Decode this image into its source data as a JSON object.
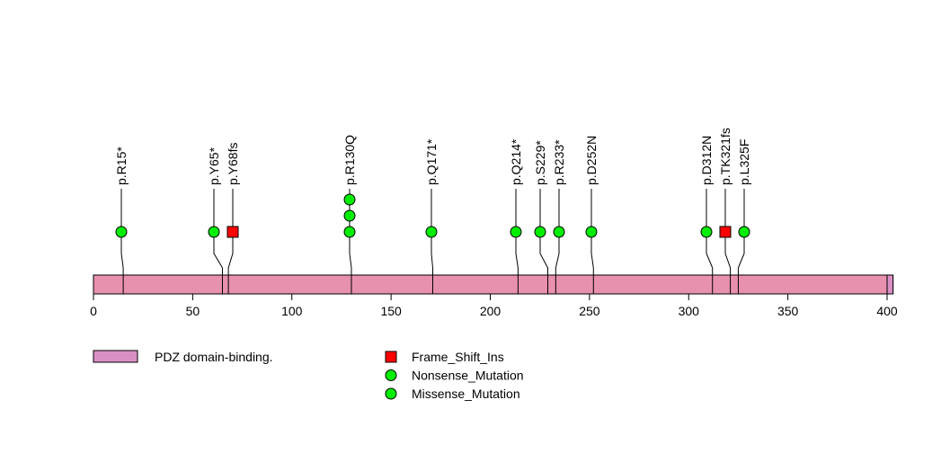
{
  "chart_data": {
    "type": "lollipop",
    "xlim": [
      0,
      403
    ],
    "x_ticks": [
      0,
      50,
      100,
      150,
      200,
      250,
      300,
      350,
      400
    ],
    "protein_length": 403,
    "domains": [
      {
        "name": "PDZ domain-binding.",
        "start": 400,
        "end": 403,
        "color": "#D98FC4"
      }
    ],
    "backbone_color": "#E891AE",
    "mutations": [
      {
        "label": "p.R15*",
        "position": 15,
        "type": "Nonsense_Mutation",
        "count": 1
      },
      {
        "label": "p.Y65*",
        "position": 65,
        "type": "Nonsense_Mutation",
        "count": 1
      },
      {
        "label": "p.Y68fs",
        "position": 68,
        "type": "Frame_Shift_Ins",
        "count": 1
      },
      {
        "label": "p.R130Q",
        "position": 130,
        "type": "Missense_Mutation",
        "count": 3
      },
      {
        "label": "p.Q171*",
        "position": 171,
        "type": "Nonsense_Mutation",
        "count": 1
      },
      {
        "label": "p.Q214*",
        "position": 214,
        "type": "Nonsense_Mutation",
        "count": 1
      },
      {
        "label": "p.S229*",
        "position": 229,
        "type": "Nonsense_Mutation",
        "count": 1
      },
      {
        "label": "p.R233*",
        "position": 233,
        "type": "Nonsense_Mutation",
        "count": 1
      },
      {
        "label": "p.D252N",
        "position": 252,
        "type": "Missense_Mutation",
        "count": 1
      },
      {
        "label": "p.D312N",
        "position": 312,
        "type": "Missense_Mutation",
        "count": 1
      },
      {
        "label": "p.TK321fs",
        "position": 321,
        "type": "Frame_Shift_Ins",
        "count": 1
      },
      {
        "label": "p.L325F",
        "position": 325,
        "type": "Missense_Mutation",
        "count": 1
      }
    ],
    "legend": [
      {
        "label": "Frame_Shift_Ins",
        "shape": "square",
        "color": "#FF0000"
      },
      {
        "label": "Nonsense_Mutation",
        "shape": "circle",
        "color": "#00EE00"
      },
      {
        "label": "Missense_Mutation",
        "shape": "circle",
        "color": "#00EE00"
      }
    ],
    "domain_legend": [
      {
        "label": "PDZ domain-binding.",
        "color": "#D98FC4"
      }
    ]
  }
}
